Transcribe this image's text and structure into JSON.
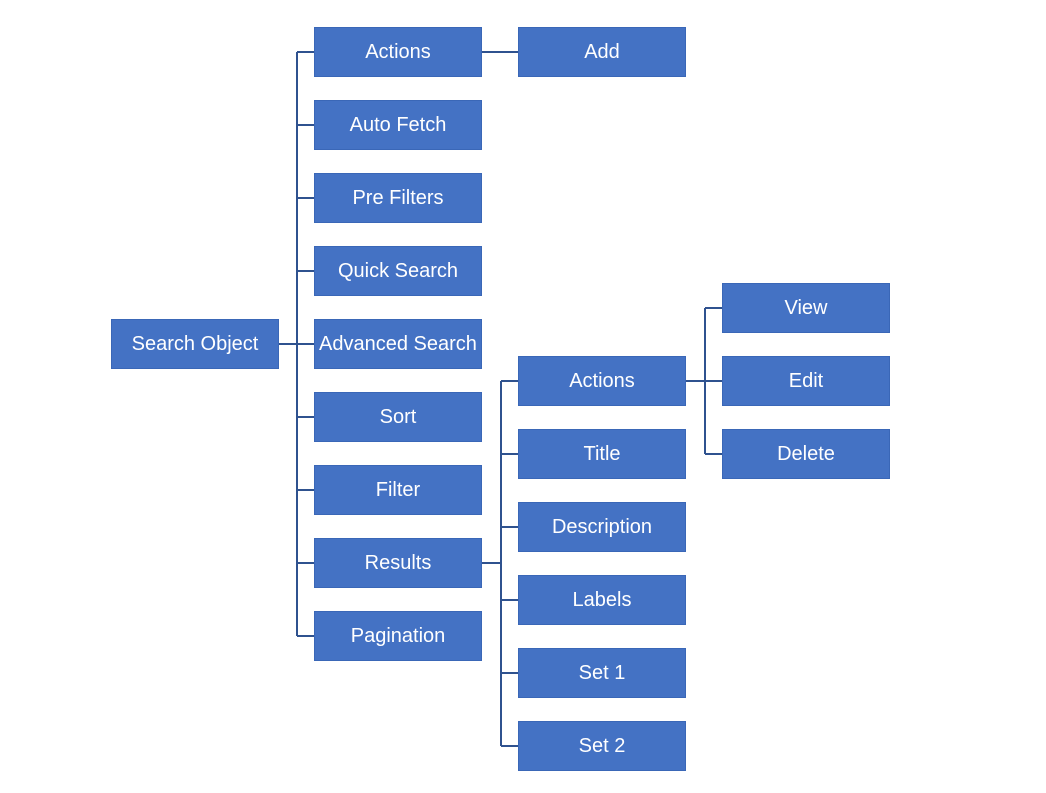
{
  "diagram": {
    "root": "Search Object",
    "children": {
      "actions": "Actions",
      "auto_fetch": "Auto Fetch",
      "pre_filters": "Pre Filters",
      "quick_search": "Quick Search",
      "advanced_search": "Advanced Search",
      "sort": "Sort",
      "filter": "Filter",
      "results": "Results",
      "pagination": "Pagination"
    },
    "actions_children": {
      "add": "Add"
    },
    "results_children": {
      "actions": "Actions",
      "title": "Title",
      "description": "Description",
      "labels": "Labels",
      "set_1": "Set 1",
      "set_2": "Set 2"
    },
    "result_actions_children": {
      "view": "View",
      "edit": "Edit",
      "delete": "Delete"
    }
  },
  "colors": {
    "node_fill": "#4472c4",
    "connector": "#2f528f",
    "text": "#ffffff"
  }
}
